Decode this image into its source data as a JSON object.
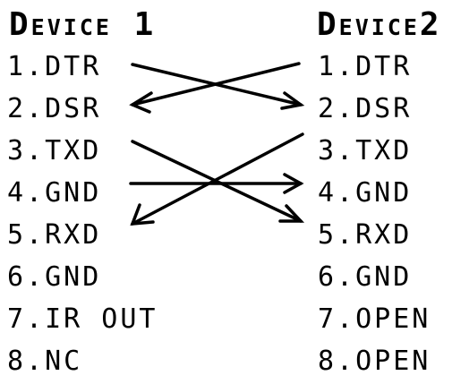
{
  "headers": {
    "left": "Device 1",
    "right": "Device2"
  },
  "device1": {
    "pins": [
      {
        "label": "1.DTR"
      },
      {
        "label": "2.DSR"
      },
      {
        "label": "3.TXD"
      },
      {
        "label": "4.GND"
      },
      {
        "label": "5.RXD"
      },
      {
        "label": "6.GND"
      },
      {
        "label": "7.IR OUT"
      },
      {
        "label": "8.NC"
      }
    ]
  },
  "device2": {
    "pins": [
      {
        "label": "1.DTR"
      },
      {
        "label": "2.DSR"
      },
      {
        "label": "3.TXD"
      },
      {
        "label": "4.GND"
      },
      {
        "label": "5.RXD"
      },
      {
        "label": "6.GND"
      },
      {
        "label": "7.OPEN"
      },
      {
        "label": "8.OPEN"
      }
    ]
  },
  "connections": [
    {
      "from": "device1",
      "pin": 1,
      "to": "device2",
      "to_pin": 2
    },
    {
      "from": "device2",
      "pin": 1,
      "to": "device1",
      "to_pin": 2
    },
    {
      "from": "device1",
      "pin": 3,
      "to": "device2",
      "to_pin": 5
    },
    {
      "from": "device1",
      "pin": 4,
      "to": "device2",
      "to_pin": 4
    },
    {
      "from": "device2",
      "pin": 3,
      "to": "device1",
      "to_pin": 5
    }
  ],
  "colors": {
    "background": "#ffffff",
    "ink": "#000000"
  }
}
